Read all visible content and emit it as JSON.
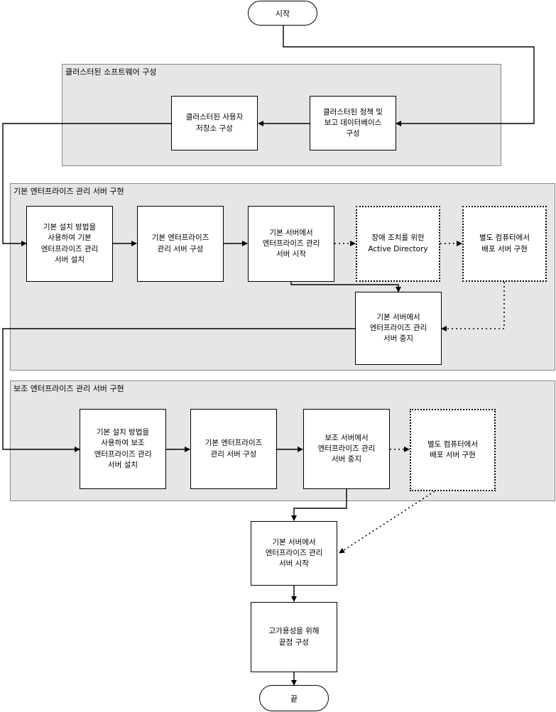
{
  "start": "시작",
  "end": "끝",
  "groups": {
    "cluster": "클러스터된 소프트웨어 구성",
    "primary": "기본 엔터프라이즈 관리 서버 구현",
    "secondary": "보조 엔터프라이즈 관리 서버 구현"
  },
  "steps": {
    "cluster_policy": "클러스터된 정책 및\n보고 데이터베이스\n구성",
    "cluster_store": "클러스터된 사용자\n저장소 구성",
    "p_install": "기본 설치 방법을\n사용하여 기본\n엔터프라이즈 관리\n서버 설치",
    "p_config": "기본 엔터프라이즈\n관리 서버 구성",
    "p_start": "기본 서버에서\n엔터프라이즈 관리\n서버 시작",
    "p_ad": "장애 조치를 위한\nActive Directory",
    "p_deploy": "별도 컴퓨터에서\n배포 서버 구현",
    "p_stop": "기본 서버에서\n엔터프라이즈 관리\n서버 중지",
    "s_install": "기본 설치 방법을\n사용하여 보조\n엔터프라이즈 관리\n서버 설치",
    "s_config": "기본 엔터프라이즈\n관리 서버 구성",
    "s_stop": "보조 서버에서\n엔터프라이즈 관리\n서버 중지",
    "s_deploy": "별도 컴퓨터에서\n배포 서버 구현",
    "f_start": "기본 서버에서\n엔터프라이즈 관리\n서버 시작",
    "f_endpoint": "고가용성을 위해\n끝점 구성"
  }
}
